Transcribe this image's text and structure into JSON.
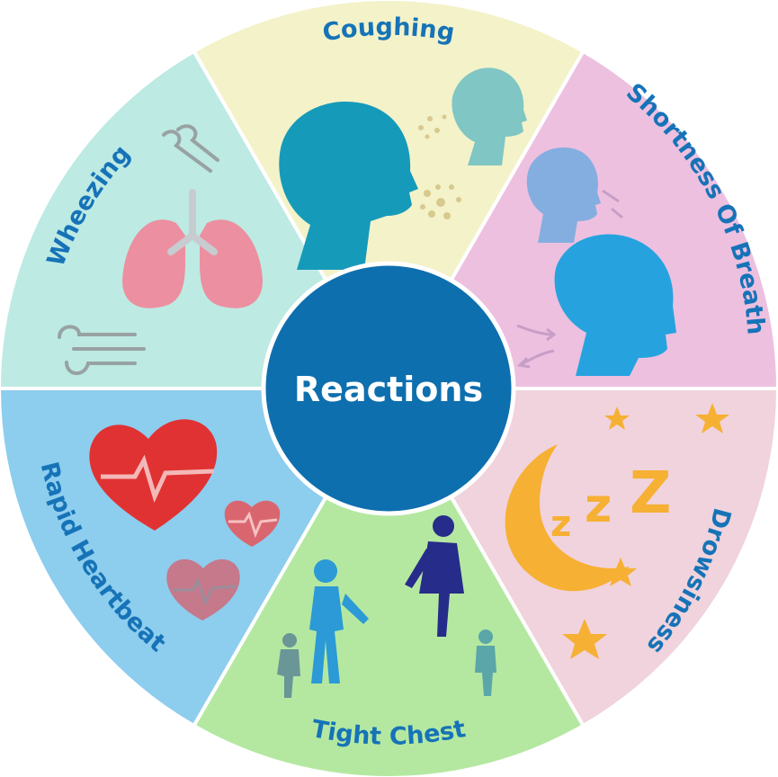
{
  "center": {
    "label": "Reactions",
    "color": "#0e6fae"
  },
  "segments": [
    {
      "id": "coughing",
      "label": "Coughing",
      "color": "#f3f2c9",
      "icon": "head-coughing-icon"
    },
    {
      "id": "shortness",
      "label": "Shortness Of Breath",
      "color": "#edc0e0",
      "icon": "head-breathing-icon"
    },
    {
      "id": "drowsiness",
      "label": "Drowsiness",
      "color": "#f0d3dc",
      "icon": "moon-sleep-icon"
    },
    {
      "id": "tight-chest",
      "label": "Tight Chest",
      "color": "#b4e8a1",
      "icon": "people-chest-icon"
    },
    {
      "id": "rapid-heartbeat",
      "label": "Rapid Heartbeat",
      "color": "#8dcdee",
      "icon": "heart-rate-icon"
    },
    {
      "id": "wheezing",
      "label": "Wheezing",
      "color": "#bdeae3",
      "icon": "lungs-icon"
    }
  ],
  "colors": {
    "label": "#1673b7",
    "divider": "#ffffff"
  }
}
